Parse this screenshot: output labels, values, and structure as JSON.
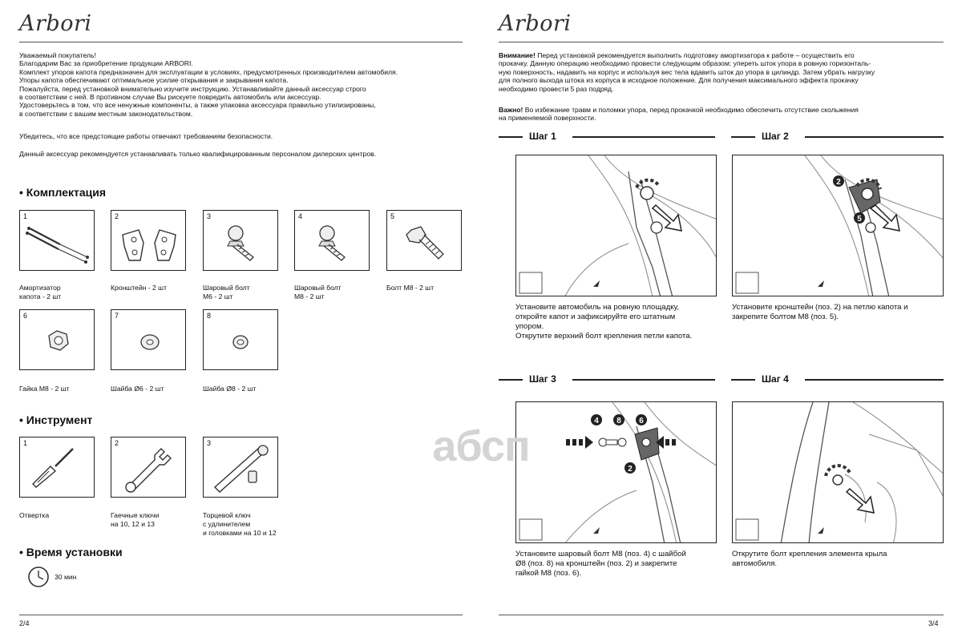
{
  "brand": "Arbori",
  "left": {
    "intro": [
      "Уважаемый покупатель!",
      "Благодарим Вас за приобретение продукции ARBORI.",
      "Комплект упоров капота предназначен для эксплуатации в условиях, предусмотренных производителем автомобиля.",
      "Упоры капота обеспечивают оптимальное усилие открывания и закрывания капота.",
      "Пожалуйста, перед установкой внимательно изучите инструкцию. Устанавливайте данный аксессуар строго",
      "в соответствии с ней. В противном случае Вы рискуете повредить автомобиль или аксессуар.",
      "Удостоверьтесь в том, что все ненужные компоненты, а также упаковка аксессуара правильно утилизированы,",
      "в соответствии с вашим местным законодательством."
    ],
    "safety": "Убедитесь, что все предстоящие работы отвечают требованиям безопасности.",
    "qualified": "Данный аксессуар рекомендуется устанавливать только квалифицированным персоналом дилерских центров.",
    "kit_title": "• Комплектация",
    "kit": [
      {
        "num": "1",
        "icon": "gas-strut-icon",
        "caption": [
          "Амортизатор",
          "капота - 2 шт"
        ]
      },
      {
        "num": "2",
        "icon": "bracket-icon",
        "caption": [
          "Кронштейн - 2 шт"
        ]
      },
      {
        "num": "3",
        "icon": "ball-bolt-icon",
        "caption": [
          "Шаровый болт",
          "М6 - 2 шт"
        ]
      },
      {
        "num": "4",
        "icon": "ball-bolt-icon",
        "caption": [
          "Шаровый болт",
          "М8 - 2 шт"
        ]
      },
      {
        "num": "5",
        "icon": "bolt-icon",
        "caption": [
          "Болт М8 - 2 шт"
        ]
      },
      {
        "num": "6",
        "icon": "nut-icon",
        "caption": [
          "Гайка М8 - 2 шт"
        ]
      },
      {
        "num": "7",
        "icon": "washer-icon",
        "caption": [
          "Шайба Ø6 - 2 шт"
        ]
      },
      {
        "num": "8",
        "icon": "washer-icon",
        "caption": [
          "Шайба Ø8 - 2 шт"
        ]
      }
    ],
    "tools_title": "• Инструмент",
    "tools": [
      {
        "num": "1",
        "icon": "screwdriver-icon",
        "caption": [
          "Отвертка"
        ]
      },
      {
        "num": "2",
        "icon": "wrench-icon",
        "caption": [
          "Гаечные ключи",
          "на 10, 12 и 13"
        ]
      },
      {
        "num": "3",
        "icon": "socket-wrench-icon",
        "caption": [
          "Торцевой ключ",
          "с удлинителем",
          "и головками на 10 и 12"
        ]
      }
    ],
    "time_title": "• Время установки",
    "time_value": "30 мин",
    "page_num": "2/4"
  },
  "right": {
    "attention_bold": "Внимание!",
    "attention": [
      " Перед установкой рекомендуется выполнить подготовку амортизатора к работе – осуществить его",
      "прокачку. Данную операцию необходимо провести следующим образом: упереть шток упора в ровную горизонталь-",
      "ную поверхность, надавить на корпус и используя вес тела вдавить шток до упора в цилиндр. Затем убрать нагрузку",
      "для полного выхода штока из корпуса в исходное положение. Для получения максимального эффекта прокачку",
      "необходимо провести 5 раз подряд."
    ],
    "important_bold": "Важно!",
    "important": [
      " Во избежание травм и поломки упора, перед прокачкой необходимо обеспечить отсутствие скольжения",
      "на применяемой поверхности."
    ],
    "steps": [
      {
        "label": "Шаг 1",
        "caption": [
          "Установите автомобиль на ровную площадку,",
          "откройте капот и зафиксируйте его штатным",
          "упором.",
          "Открутите верхний болт крепления петли капота."
        ],
        "markers": []
      },
      {
        "label": "Шаг 2",
        "caption": [
          "Установите кронштейн (поз. 2) на петлю капота и",
          "закрепите болтом М8 (поз. 5)."
        ],
        "markers": [
          "2",
          "5"
        ]
      },
      {
        "label": "Шаг 3",
        "caption": [
          "Установите шаровый болт М8 (поз. 4) с шайбой",
          "Ø8 (поз. 8) на кронштейн (поз. 2) и закрепите",
          "гайкой М8 (поз. 6)."
        ],
        "markers": [
          "4",
          "8",
          "6",
          "2"
        ]
      },
      {
        "label": "Шаг 4",
        "caption": [
          "Открутите болт крепления элемента крыла",
          "автомобиля."
        ],
        "markers": []
      }
    ],
    "page_num": "3/4"
  },
  "watermark": "абсп"
}
